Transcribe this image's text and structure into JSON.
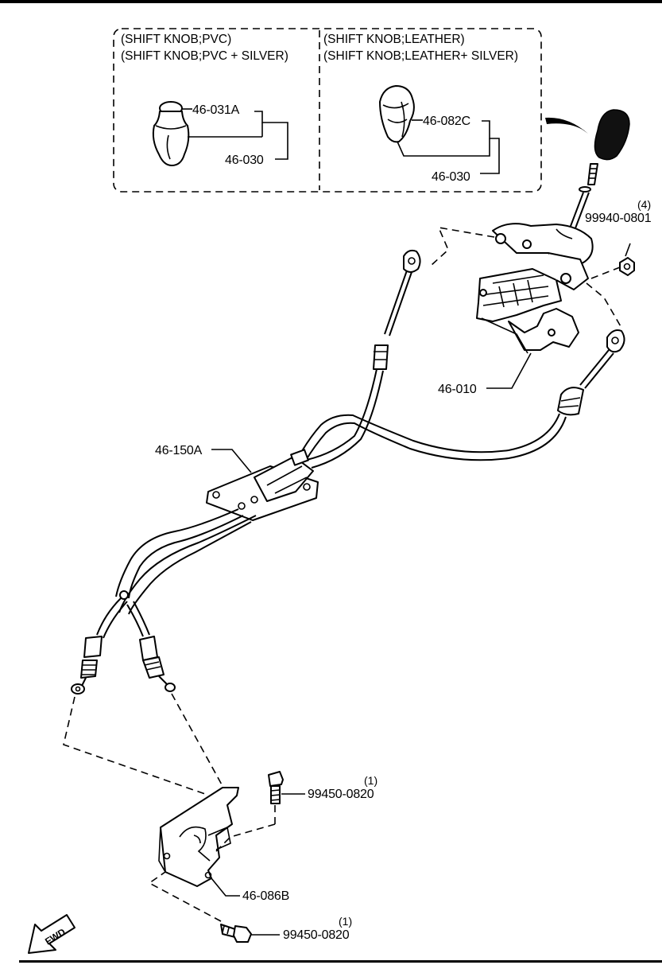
{
  "knob_box": {
    "left_line1": "(SHIFT KNOB;PVC)",
    "left_line2": "(SHIFT KNOB;PVC + SILVER)",
    "right_line1": "(SHIFT KNOB;LEATHER)",
    "right_line2": "(SHIFT KNOB;LEATHER+ SILVER)"
  },
  "labels": {
    "pvc_cap": "46-031A",
    "pvc_knob": "46-030",
    "leather_cap": "46-082C",
    "leather_knob": "46-030",
    "nut": "99940-0801",
    "nut_qty": "(4)",
    "shifter": "46-010",
    "cable": "46-150A",
    "bolt_upper": "99450-0820",
    "bolt_upper_qty": "(1)",
    "bracket": "46-086B",
    "bolt_lower": "99450-0820",
    "bolt_lower_qty": "(1)",
    "fwd": "FWD"
  },
  "icons": [
    "shift-knob-pvc-icon",
    "shift-knob-leather-icon",
    "shift-knob-icon",
    "fwd-arrow-icon",
    "nut-icon",
    "bolt-icon"
  ]
}
